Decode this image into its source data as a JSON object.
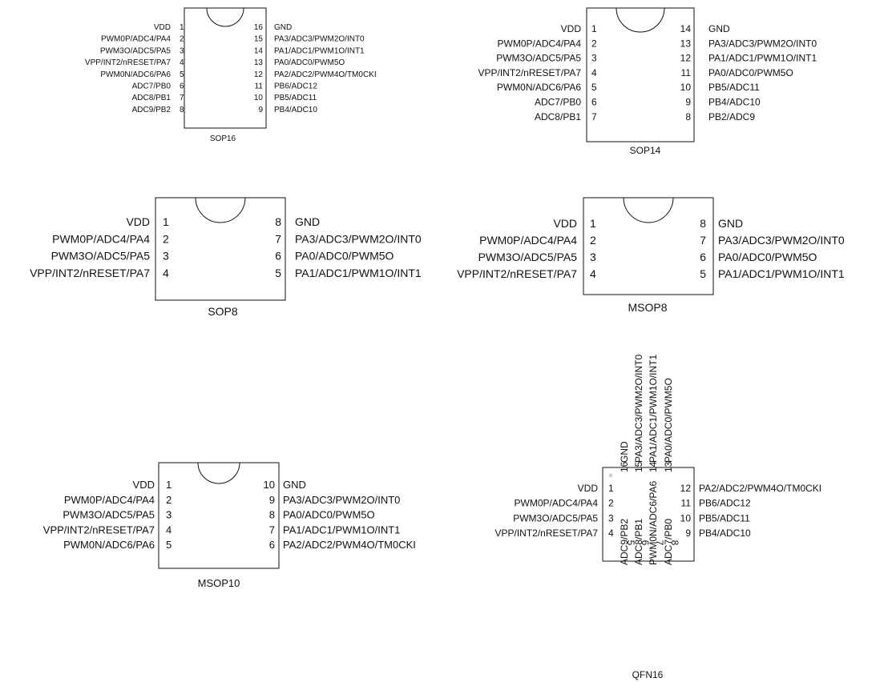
{
  "packages": [
    {
      "name": "SOP16",
      "left": [
        {
          "label": "VDD",
          "num": "1"
        },
        {
          "label": "PWM0P/ADC4/PA4",
          "num": "2"
        },
        {
          "label": "PWM3O/ADC5/PA5",
          "num": "3"
        },
        {
          "label": "VPP/INT2/nRESET/PA7",
          "num": "4"
        },
        {
          "label": "PWM0N/ADC6/PA6",
          "num": "5"
        },
        {
          "label": "ADC7/PB0",
          "num": "6"
        },
        {
          "label": "ADC8/PB1",
          "num": "7"
        },
        {
          "label": "ADC9/PB2",
          "num": "8"
        }
      ],
      "right": [
        {
          "label": "GND",
          "num": "16"
        },
        {
          "label": "PA3/ADC3/PWM2O/INT0",
          "num": "15"
        },
        {
          "label": "PA1/ADC1/PWM1O/INT1",
          "num": "14"
        },
        {
          "label": "PA0/ADC0/PWM5O",
          "num": "13"
        },
        {
          "label": "PA2/ADC2/PWM4O/TM0CKI",
          "num": "12"
        },
        {
          "label": "PB6/ADC12",
          "num": "11"
        },
        {
          "label": "PB5/ADC11",
          "num": "10"
        },
        {
          "label": "PB4/ADC10",
          "num": "9"
        }
      ]
    },
    {
      "name": "SOP14",
      "left": [
        {
          "label": "VDD",
          "num": "1"
        },
        {
          "label": "PWM0P/ADC4/PA4",
          "num": "2"
        },
        {
          "label": "PWM3O/ADC5/PA5",
          "num": "3"
        },
        {
          "label": "VPP/INT2/nRESET/PA7",
          "num": "4"
        },
        {
          "label": "PWM0N/ADC6/PA6",
          "num": "5"
        },
        {
          "label": "ADC7/PB0",
          "num": "6"
        },
        {
          "label": "ADC8/PB1",
          "num": "7"
        }
      ],
      "right": [
        {
          "label": "GND",
          "num": "14"
        },
        {
          "label": "PA3/ADC3/PWM2O/INT0",
          "num": "13"
        },
        {
          "label": "PA1/ADC1/PWM1O/INT1",
          "num": "12"
        },
        {
          "label": "PA0/ADC0/PWM5O",
          "num": "11"
        },
        {
          "label": "PB5/ADC11",
          "num": "10"
        },
        {
          "label": "PB4/ADC10",
          "num": "9"
        },
        {
          "label": "PB2/ADC9",
          "num": "8"
        }
      ]
    },
    {
      "name": "SOP8",
      "left": [
        {
          "label": "VDD",
          "num": "1"
        },
        {
          "label": "PWM0P/ADC4/PA4",
          "num": "2"
        },
        {
          "label": "PWM3O/ADC5/PA5",
          "num": "3"
        },
        {
          "label": "VPP/INT2/nRESET/PA7",
          "num": "4"
        }
      ],
      "right": [
        {
          "label": "GND",
          "num": "8"
        },
        {
          "label": "PA3/ADC3/PWM2O/INT0",
          "num": "7"
        },
        {
          "label": "PA0/ADC0/PWM5O",
          "num": "6"
        },
        {
          "label": "PA1/ADC1/PWM1O/INT1",
          "num": "5"
        }
      ]
    },
    {
      "name": "MSOP8",
      "left": [
        {
          "label": "VDD",
          "num": "1"
        },
        {
          "label": "PWM0P/ADC4/PA4",
          "num": "2"
        },
        {
          "label": "PWM3O/ADC5/PA5",
          "num": "3"
        },
        {
          "label": "VPP/INT2/nRESET/PA7",
          "num": "4"
        }
      ],
      "right": [
        {
          "label": "GND",
          "num": "8"
        },
        {
          "label": "PA3/ADC3/PWM2O/INT0",
          "num": "7"
        },
        {
          "label": "PA0/ADC0/PWM5O",
          "num": "6"
        },
        {
          "label": "PA1/ADC1/PWM1O/INT1",
          "num": "5"
        }
      ]
    },
    {
      "name": "MSOP10",
      "left": [
        {
          "label": "VDD",
          "num": "1"
        },
        {
          "label": "PWM0P/ADC4/PA4",
          "num": "2"
        },
        {
          "label": "PWM3O/ADC5/PA5",
          "num": "3"
        },
        {
          "label": "VPP/INT2/nRESET/PA7",
          "num": "4"
        },
        {
          "label": "PWM0N/ADC6/PA6",
          "num": "5"
        }
      ],
      "right": [
        {
          "label": "GND",
          "num": "10"
        },
        {
          "label": "PA3/ADC3/PWM2O/INT0",
          "num": "9"
        },
        {
          "label": "PA0/ADC0/PWM5O",
          "num": "8"
        },
        {
          "label": "PA1/ADC1/PWM1O/INT1",
          "num": "7"
        },
        {
          "label": "PA2/ADC2/PWM4O/TM0CKI",
          "num": "6"
        }
      ]
    }
  ],
  "qfn": {
    "name": "QFN16",
    "left": [
      {
        "label": "VDD",
        "num": "1"
      },
      {
        "label": "PWM0P/ADC4/PA4",
        "num": "2"
      },
      {
        "label": "PWM3O/ADC5/PA5",
        "num": "3"
      },
      {
        "label": "VPP/INT2/nRESET/PA7",
        "num": "4"
      }
    ],
    "bottom": [
      {
        "label": "ADC9/PB2",
        "num": "5"
      },
      {
        "label": "ADC8/PB1",
        "num": "6"
      },
      {
        "label": "PWM0N/ADC6/PA6",
        "num": "7"
      },
      {
        "label": "ADC7/PB0",
        "num": "8"
      }
    ],
    "right": [
      {
        "label": "PB4/ADC10",
        "num": "9"
      },
      {
        "label": "PB5/ADC11",
        "num": "10"
      },
      {
        "label": "PB6/ADC12",
        "num": "11"
      },
      {
        "label": "PA2/ADC2/PWM4O/TM0CKI",
        "num": "12"
      }
    ],
    "top": [
      {
        "label": "PA0/ADC0/PWM5O",
        "num": "13"
      },
      {
        "label": "PA1/ADC1/PWM1O/INT1",
        "num": "14"
      },
      {
        "label": "PA3/ADC3/PWM2O/INT0",
        "num": "15"
      },
      {
        "label": "GND",
        "num": "16"
      }
    ]
  }
}
